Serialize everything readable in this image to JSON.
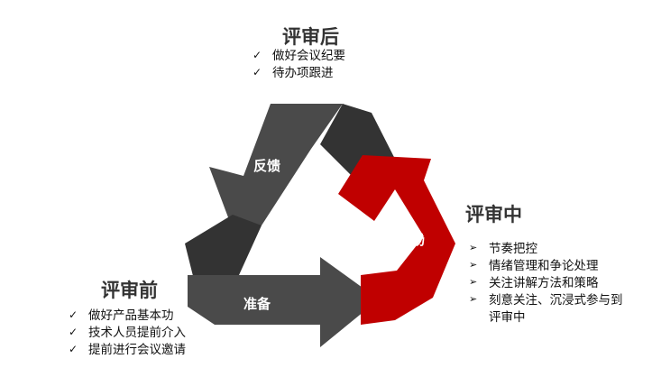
{
  "colors": {
    "dark": "#4a4a4a",
    "darker": "#333333",
    "red": "#c00000",
    "background": "#ffffff"
  },
  "stages": {
    "after": {
      "title": "评审后",
      "items": [
        "做好会议纪要",
        "待办项跟进"
      ],
      "marker_icon": "check-icon"
    },
    "during": {
      "title": "评审中",
      "items": [
        "节奏把控",
        "情绪管理和争论处理",
        "关注讲解方法和策略",
        "刻意关注、沉浸式参与到",
        "评审中"
      ],
      "marker_icon": "arrowhead-icon"
    },
    "before": {
      "title": "评审前",
      "items": [
        "做好产品基本功",
        "技术人员提前介入",
        "提前进行会议邀请"
      ],
      "marker_icon": "check-icon"
    }
  },
  "arrows": {
    "feedback": "反馈",
    "control": "控场",
    "prepare": "准备"
  }
}
